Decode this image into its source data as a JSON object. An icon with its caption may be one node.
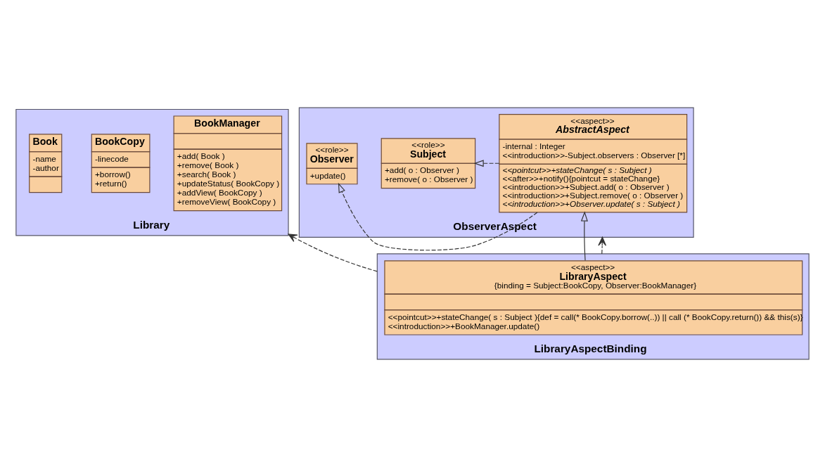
{
  "diagram": {
    "nodes": [
      {
        "text": [
          "Library"
        ]
      },
      {
        "text": [
          "BookManager",
          "+add( Book )",
          "+remove( Book )",
          "+search( Book )",
          "+updateStatus( BookCopy )",
          "+addView( BookCopy )",
          "+removeView( BookCopy )"
        ],
        "in": 0
      },
      {
        "text": [
          "BookCopy",
          "-linecode",
          "+borrow()",
          "+return()"
        ],
        "in": 0
      },
      {
        "text": [
          "Book",
          "-name",
          "-author"
        ],
        "in": 0
      },
      {
        "text": [
          "ObserverAspect"
        ]
      },
      {
        "text": [
          "<<aspect>>",
          "AbstractAspect",
          "-internal : Integer",
          "<<introduction>>-Subject.observers : Observer [*]",
          "<<pointcut>>+stateChange( s : Subject )",
          "<<after>>+notify(){pointcut = stateChange}",
          "<<introduction>>+Subject.add( o : Observer )",
          "<<introduction>>+Subject.remove( o : Observer )",
          "<<introduction>>+Observer.update( s : Subject )"
        ],
        "in": 4
      },
      {
        "text": [
          "<<role>>",
          "Subject",
          "+add( o : Observer )",
          "+remove( o : Observer )"
        ],
        "in": 4
      },
      {
        "text": [
          "<<role>>",
          "Observer",
          "+update()"
        ],
        "in": 4
      },
      {
        "text": [
          "LibraryAspectBinding"
        ]
      },
      {
        "text": [
          "<<aspect>>",
          "LibraryAspect",
          "{binding = Subject:BookCopy, Observer:BookManager}",
          "<<pointcut>>+stateChange( s : Subject ){def = call(* BookCopy.borrow(..)) || call (* BookCopy.return()) && this(s)}",
          "<<introduction>>+BookManager.update()"
        ],
        "in": 8
      }
    ],
    "edges": [
      {
        "from": 8,
        "to": 0,
        "arrow": "to",
        "style": "dashed"
      },
      {
        "from": 9,
        "to": 5,
        "arrow": "to"
      },
      {
        "from": 8,
        "to": 4,
        "arrow": "to",
        "style": "dashed"
      },
      {
        "from": 5,
        "to": 6,
        "arrow": "to",
        "style": "dashed"
      },
      {
        "from": 5,
        "to": 7,
        "arrow": "to",
        "style": "dashed"
      }
    ]
  }
}
